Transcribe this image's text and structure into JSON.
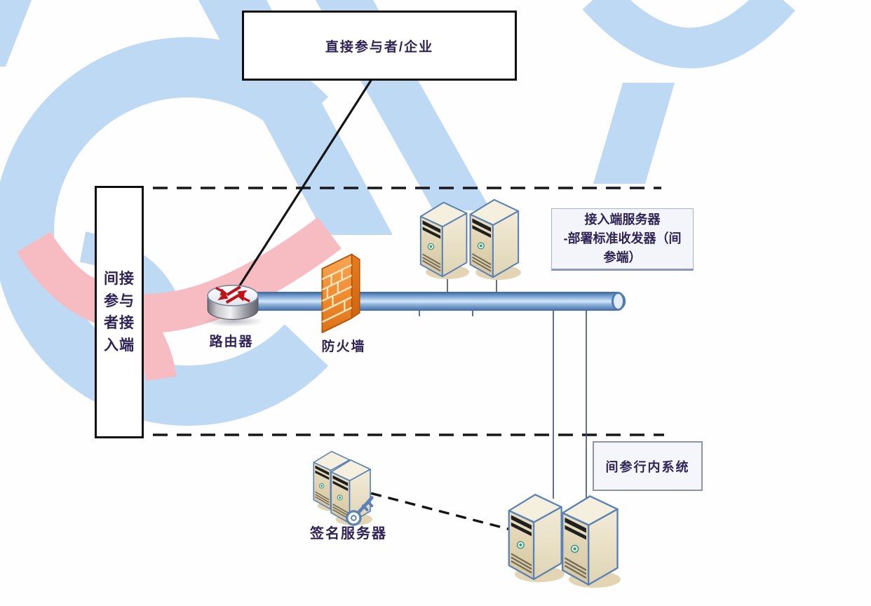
{
  "diagram": {
    "top_box_label": "直接参与者/企业",
    "left_box_label": "间接参与者接入端",
    "router_label": "路由器",
    "firewall_label": "防火墙",
    "access_note_label": "接入端服务器\n-部署标准收发器（间\n参端）",
    "internal_system_label": "间参行内系统",
    "signature_label": "签名服务器",
    "colors": {
      "watermark_blue": "#bed9f3",
      "watermark_pink": "#f7bcc2",
      "pipe_blue": "#5b8cc8",
      "firewall_orange": "#ef8a2e",
      "server_outline_blue": "#5b82b5",
      "text_dark": "#2f2356",
      "line_black": "#17171c"
    }
  }
}
